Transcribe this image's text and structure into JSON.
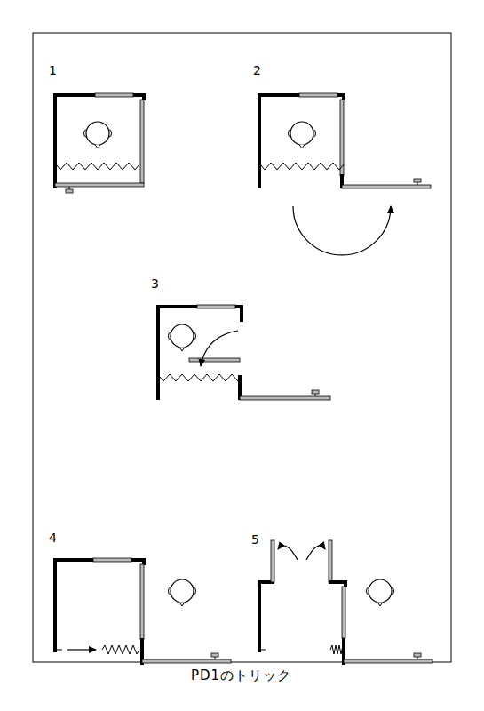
{
  "diagram": {
    "caption": "PD1のトリック",
    "labels": [
      "1",
      "2",
      "3",
      "4",
      "5"
    ]
  }
}
